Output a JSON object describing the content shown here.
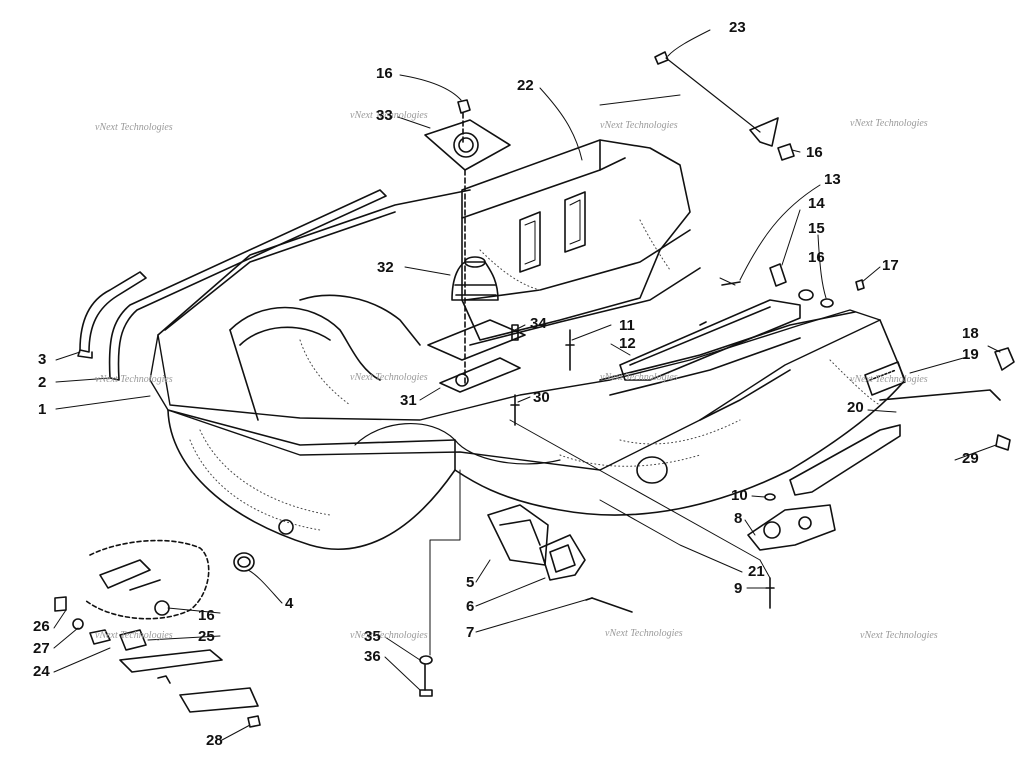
{
  "diagram": {
    "watermark_text": "vNext Technologies",
    "callouts": [
      {
        "id": "c1",
        "label": "1"
      },
      {
        "id": "c2",
        "label": "2"
      },
      {
        "id": "c3",
        "label": "3"
      },
      {
        "id": "c4",
        "label": "4"
      },
      {
        "id": "c5",
        "label": "5"
      },
      {
        "id": "c6",
        "label": "6"
      },
      {
        "id": "c7",
        "label": "7"
      },
      {
        "id": "c8",
        "label": "8"
      },
      {
        "id": "c9",
        "label": "9"
      },
      {
        "id": "c10",
        "label": "10"
      },
      {
        "id": "c11",
        "label": "11"
      },
      {
        "id": "c12",
        "label": "12"
      },
      {
        "id": "c13",
        "label": "13"
      },
      {
        "id": "c14",
        "label": "14"
      },
      {
        "id": "c15",
        "label": "15"
      },
      {
        "id": "c16a",
        "label": "16"
      },
      {
        "id": "c16b",
        "label": "16"
      },
      {
        "id": "c16c",
        "label": "16"
      },
      {
        "id": "c16d",
        "label": "16"
      },
      {
        "id": "c17",
        "label": "17"
      },
      {
        "id": "c18",
        "label": "18"
      },
      {
        "id": "c19",
        "label": "19"
      },
      {
        "id": "c20",
        "label": "20"
      },
      {
        "id": "c21",
        "label": "21"
      },
      {
        "id": "c22",
        "label": "22"
      },
      {
        "id": "c23",
        "label": "23"
      },
      {
        "id": "c24",
        "label": "24"
      },
      {
        "id": "c25",
        "label": "25"
      },
      {
        "id": "c26",
        "label": "26"
      },
      {
        "id": "c27",
        "label": "27"
      },
      {
        "id": "c28",
        "label": "28"
      },
      {
        "id": "c29",
        "label": "29"
      },
      {
        "id": "c30",
        "label": "30"
      },
      {
        "id": "c31",
        "label": "31"
      },
      {
        "id": "c32",
        "label": "32"
      },
      {
        "id": "c33",
        "label": "33"
      },
      {
        "id": "c34",
        "label": "34"
      },
      {
        "id": "c35",
        "label": "35"
      },
      {
        "id": "c36",
        "label": "36"
      }
    ]
  }
}
